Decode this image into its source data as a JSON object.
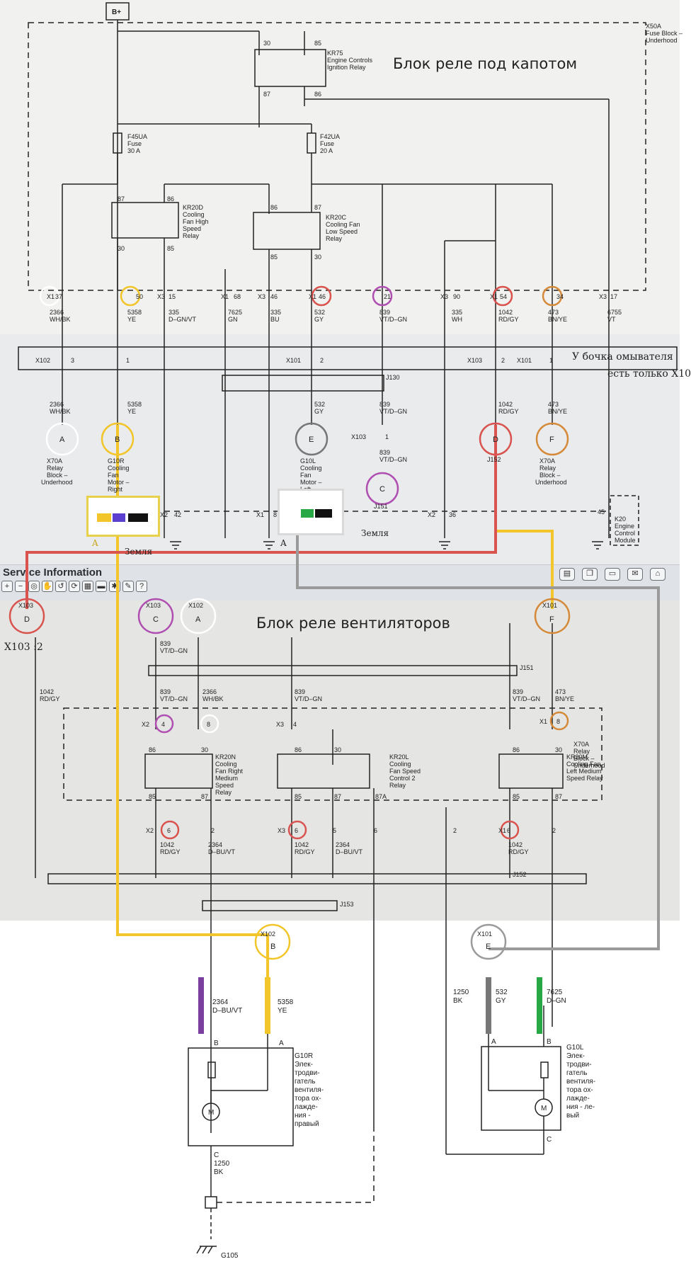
{
  "captions": {
    "underhood_relay_block": "Блок реле под капотом",
    "fan_relay_block": "Блок реле вентиляторов",
    "washer_note_1": "У бочка омывателя",
    "washer_note_2": "есть только X10",
    "ground_label_1": "Земля",
    "ground_label_2": "Земля",
    "connector_note": "X103 :2",
    "pin_a_yellow": "A",
    "pin_a_grey": "A"
  },
  "toolbar": {
    "title": "Service Information",
    "icons": [
      "zoom-in-icon",
      "zoom-out-icon",
      "zoom-fit-icon",
      "pan-icon",
      "back-icon",
      "refresh-icon",
      "grid-icon",
      "print-icon",
      "settings-icon",
      "highlight-icon",
      "help-icon"
    ]
  },
  "colors": {
    "yellow_wire": "#f2c52a",
    "red_wire": "#d9534f",
    "grey_wire": "#9a9a9a",
    "purple_wire": "#7b3fa0",
    "green_wire": "#27a845",
    "orange_circle": "#d58a3a",
    "magenta_circle": "#b04fb2",
    "white_circle": "#ffffff"
  },
  "labels": {
    "bplus": "B+",
    "x50a": "X50A",
    "x50a_sub1": "Fuse Block –",
    "x50a_sub2": "Underhood",
    "kr75": "KR75",
    "kr75_1": "Engine Controls",
    "kr75_2": "Ignition Relay",
    "p30a": "30",
    "p85a": "85",
    "p87a": "87",
    "p86a": "86",
    "f45": "F45UA",
    "f45_1": "Fuse",
    "f45_2": "30 A",
    "f42": "F42UA",
    "f42_1": "Fuse",
    "f42_2": "20 A",
    "kr20d": "KR20D",
    "kr20d_1": "Cooling",
    "kr20d_2": "Fan High",
    "kr20d_3": "Speed",
    "kr20d_4": "Relay",
    "kr20c": "KR20C",
    "kr20c_1": "Cooling Fan",
    "kr20c_2": "Low Speed",
    "kr20c_3": "Relay",
    "d87": "87",
    "d86": "86",
    "d30": "30",
    "d85": "85",
    "c86": "86",
    "c87": "87",
    "c85": "85",
    "c30": "30",
    "pins_row": [
      "X1",
      "37",
      "50",
      "X3",
      "15",
      "X1",
      "68",
      "X3",
      "46",
      "X1",
      "46",
      "21",
      "X3",
      "90",
      "X1",
      "54",
      "34",
      "X3",
      "17"
    ],
    "w2366": "2366",
    "w2366c": "WH/BK",
    "w5358": "5358",
    "w5358c": "YE",
    "w335a": "335",
    "w335ac": "D–GN/VT",
    "w7625": "7625",
    "w7625c": "GN",
    "w335b": "335",
    "w335bc": "BU",
    "w532": "532",
    "w532c": "GY",
    "w839": "839",
    "w839c": "VT/D–GN",
    "w335c": "335",
    "w335cc": "WH",
    "w1042": "1042",
    "w1042c": "RD/GY",
    "w473": "473",
    "w473c": "BN/YE",
    "w6755": "6755",
    "w6755c": "VT",
    "x102": "X102",
    "x102p": "3",
    "x102p1": "1",
    "x101": "X101",
    "x101p": "2",
    "x103": "X103",
    "x103p": "2",
    "x101b": "X101",
    "x101bp": "1",
    "j130": "J130",
    "b2_2366": "2366",
    "b2_2366c": "WH/BK",
    "b2_5358": "5358",
    "b2_5358c": "YE",
    "b2_532": "532",
    "b2_532c": "GY",
    "b2_839": "839",
    "b2_839c": "VT/D–GN",
    "b2_1042": "1042",
    "b2_1042c": "RD/GY",
    "b2_473": "473",
    "b2_473c": "BN/YE",
    "x103c": "X103",
    "x103c_p": "1",
    "b2_839b": "839",
    "b2_839bc": "VT/D–GN",
    "circA": "A",
    "circB": "B",
    "circE": "E",
    "circC": "C",
    "circD": "D",
    "circF": "F",
    "x70a_1": "X70A",
    "x70a_2": "Relay",
    "x70a_3": "Block –",
    "x70a_4": "Underhood",
    "g10r_1": "G10R",
    "g10r_2": "Cooling",
    "g10r_3": "Fan",
    "g10r_4": "Motor –",
    "g10r_5": "Right",
    "g10l_1": "G10L",
    "g10l_2": "Cooling",
    "g10l_3": "Fan",
    "g10l_4": "Motor –",
    "g10l_5": "Left",
    "j152a": "J152",
    "j151a": "J151",
    "x70b_1": "X70A",
    "x70b_2": "Relay",
    "x70b_3": "Block –",
    "x70b_4": "Underhood",
    "x2_42": "X2",
    "n42": "42",
    "x1_8": "X1",
    "n8": "8",
    "x2_36": "X2",
    "n36": "36",
    "n45": "45",
    "k20_1": "K20",
    "k20_2": "Engine",
    "k20_3": "Control",
    "k20_4": "Module",
    "x103d": "X103",
    "x103e": "X103",
    "x102e": "X102",
    "x101e": "X101",
    "cD": "D",
    "cC": "C",
    "cA": "A",
    "cF": "F",
    "b3_839": "839",
    "b3_839c": "VT/D–GN",
    "b3_1042": "1042",
    "b3_1042c": "RD/GY",
    "j151b": "J151",
    "r839a": "839",
    "r839ac": "VT/D–GN",
    "r2366": "2366",
    "r2366c": "WH/BK",
    "r839b": "839",
    "r839bc": "VT/D–GN",
    "r839c": "839",
    "r839cc": "VT/D–GN",
    "r473": "473",
    "r473c": "BN/YE",
    "x2a": "X2",
    "p4": "4",
    "p8a": "8",
    "x3a": "X3",
    "p4b": "4",
    "x1a": "X1",
    "p8b": "8",
    "x70c_1": "X70A",
    "x70c_2": "Relay",
    "x70c_3": "Block –",
    "x70c_4": "Underhood",
    "kr20n_1": "KR20N",
    "kr20n_2": "Cooling",
    "kr20n_3": "Fan Right",
    "kr20n_4": "Medium",
    "kr20n_5": "Speed",
    "kr20n_6": "Relay",
    "kr20l_1": "KR20L",
    "kr20l_2": "Cooling",
    "kr20l_3": "Fan Speed",
    "kr20l_4": "Control 2",
    "kr20l_5": "Relay",
    "kr20m_1": "KR20M",
    "kr20m_2": "Cooling Fan",
    "kr20m_3": "Left Medium",
    "kr20m_4": "Speed Relay",
    "n86": "86",
    "n30": "30",
    "n85": "85",
    "n87": "87",
    "m86": "86",
    "m30": "30",
    "m85": "85",
    "m87": "87",
    "m87a": "87A",
    "q86": "86",
    "q30": "30",
    "q85": "85",
    "q87": "87",
    "bot_row": [
      "X2",
      "6",
      "2",
      "X3",
      "6",
      "5",
      "6",
      "2",
      "X1",
      "6",
      "2"
    ],
    "b1042a": "1042",
    "b1042ac": "RD/GY",
    "b2364a": "2364",
    "b2364ac": "D–BU/VT",
    "b1042b": "1042",
    "b1042bc": "RD/GY",
    "b2364b": "2364",
    "b2364bc": "D–BU/VT",
    "b1042c": "1042",
    "b1042cc": "RD/GY",
    "j152b": "J152",
    "j153": "J153",
    "x102f": "X102",
    "cBf": "B",
    "x101f": "X101",
    "cEf": "E",
    "m2364": "2364",
    "m2364c": "D–BU/VT",
    "m5358": "5358",
    "m5358c": "YE",
    "m1250": "1250",
    "m1250c": "BK",
    "m532": "532",
    "m532c": "GY",
    "m7625": "7625",
    "m7625c": "D–GN",
    "pinB_r": "B",
    "pinA_r": "A",
    "pinC_r": "C",
    "pinA_l": "A",
    "pinB_l": "B",
    "pinC_l": "C",
    "g10r_t": "G10R",
    "g10r_d": [
      "Элек-",
      "тродви-",
      "гатель",
      "вентиля-",
      "тора ох-",
      "лажде-",
      "ния -",
      "правый"
    ],
    "g10l_t": "G10L",
    "g10l_d": [
      "Элек-",
      "тродви-",
      "гатель",
      "вентиля-",
      "тора ох-",
      "лажде-",
      "ния - ле-",
      "вый"
    ],
    "motorM_r": "M",
    "motorM_l": "M",
    "g1250": "1250",
    "g1250c": "BK",
    "g105": "G105"
  }
}
